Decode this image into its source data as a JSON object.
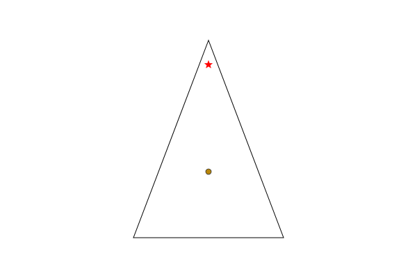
{
  "diagram": {
    "colors": {
      "background": "#ffffff",
      "triangle_stroke": "#000000",
      "triangle_fill": "#ffffff",
      "star_fill": "#ff0000",
      "dot_fill": "#b8860b",
      "dot_stroke": "#333333"
    },
    "shapes": [
      {
        "id": "triangle",
        "kind": "triangle"
      },
      {
        "id": "star",
        "kind": "star-marker",
        "icon": "star-icon"
      },
      {
        "id": "dot",
        "kind": "circle-marker",
        "icon": "dot-icon"
      }
    ]
  }
}
